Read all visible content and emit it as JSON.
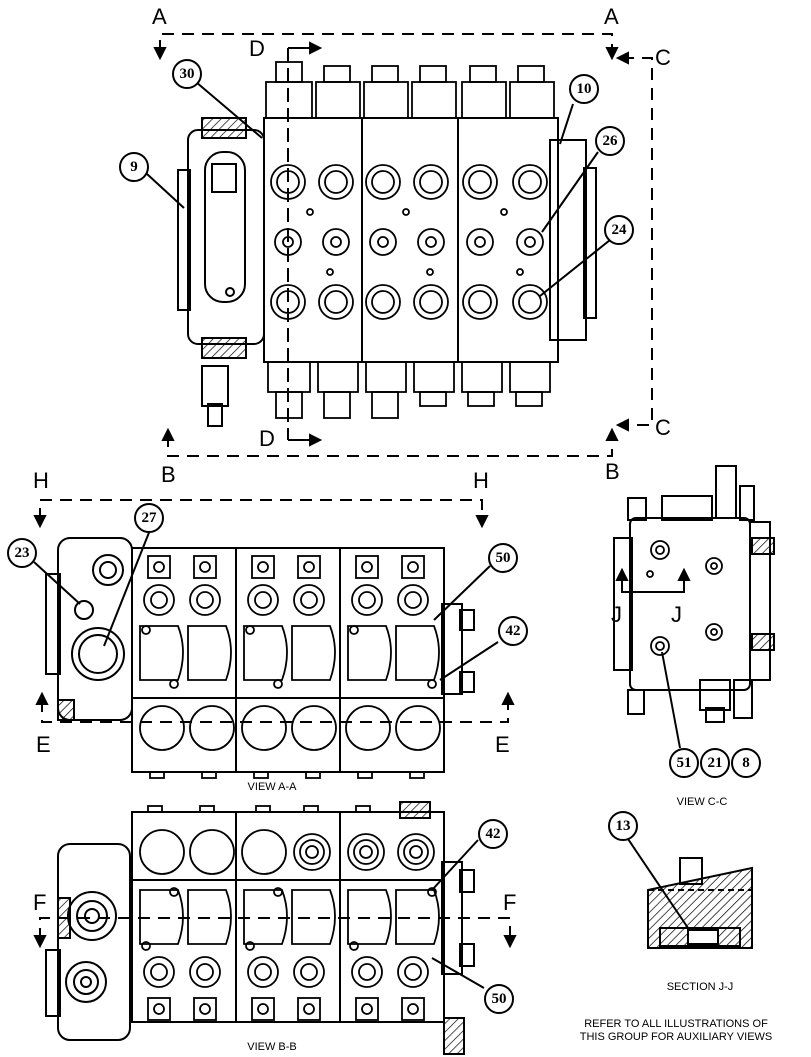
{
  "section_letters": {
    "a_left": "A",
    "a_right": "A",
    "b_top": "B",
    "b_right": "B",
    "c_top": "C",
    "c_bottom": "C",
    "d_top": "D",
    "d_bottom": "D",
    "e_left": "E",
    "e_right": "E",
    "f_left": "F",
    "f_right": "F",
    "h_left": "H",
    "h_right": "H",
    "j_left": "J",
    "j_right": "J"
  },
  "callouts": {
    "c30": "30",
    "c10": "10",
    "c9": "9",
    "c26": "26",
    "c24": "24",
    "c27": "27",
    "c23": "23",
    "c50_top": "50",
    "c42_top": "42",
    "c51": "51",
    "c21": "21",
    "c8": "8",
    "c13": "13",
    "c42_bottom": "42",
    "c50_bottom": "50"
  },
  "view_labels": {
    "view_aa": "VIEW A-A",
    "view_bb": "VIEW B-B",
    "view_cc": "VIEW C-C",
    "section_jj": "SECTION J-J"
  },
  "note": {
    "line1": "REFER TO ALL ILLUSTRATIONS OF",
    "line2": "THIS GROUP FOR AUXILIARY VIEWS"
  }
}
